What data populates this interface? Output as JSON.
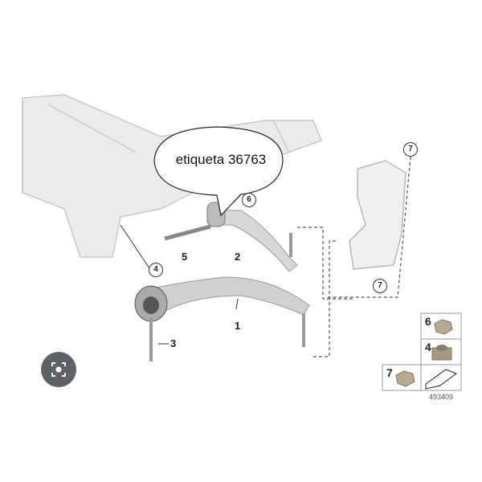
{
  "callout": {
    "text": "etiqueta 36763"
  },
  "labels": {
    "l1": "1",
    "l2": "2",
    "l3": "3",
    "l5": "5",
    "c4": "4",
    "c6": "6",
    "c7_top": "7",
    "c7_bottom": "7"
  },
  "parts_box": {
    "n6": "6",
    "n4": "4",
    "n7": "7"
  },
  "diagram_number": "493409",
  "icons": {
    "lens": "visual-search-icon"
  }
}
